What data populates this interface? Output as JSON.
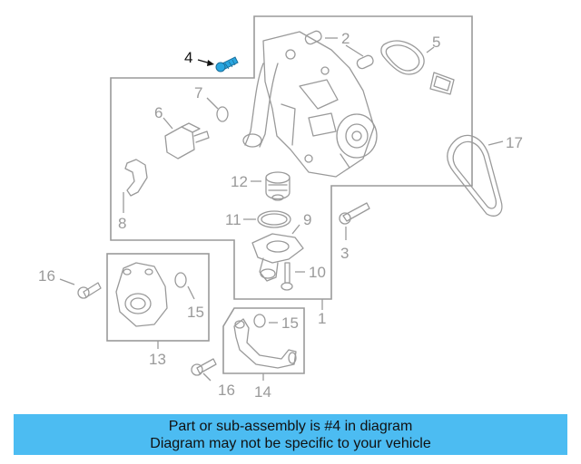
{
  "labels": {
    "l1": "1",
    "l2": "2",
    "l3": "3",
    "l4": "4",
    "l5": "5",
    "l6": "6",
    "l7": "7",
    "l8": "8",
    "l9": "9",
    "l10": "10",
    "l11": "11",
    "l12": "12",
    "l13": "13",
    "l14": "14",
    "l15a": "15",
    "l15b": "15",
    "l16a": "16",
    "l16b": "16",
    "l17": "17"
  },
  "highlight": {
    "part_number": "4",
    "color": "#2aa6e0"
  },
  "banner": {
    "line1": "Part or sub-assembly is #4 in diagram",
    "line2": "Diagram may not be specific to your vehicle",
    "background": "#4cbcf2"
  },
  "colors": {
    "line": "#9a9a9a",
    "label": "#9a9a9a",
    "highlight_label": "#111111"
  }
}
